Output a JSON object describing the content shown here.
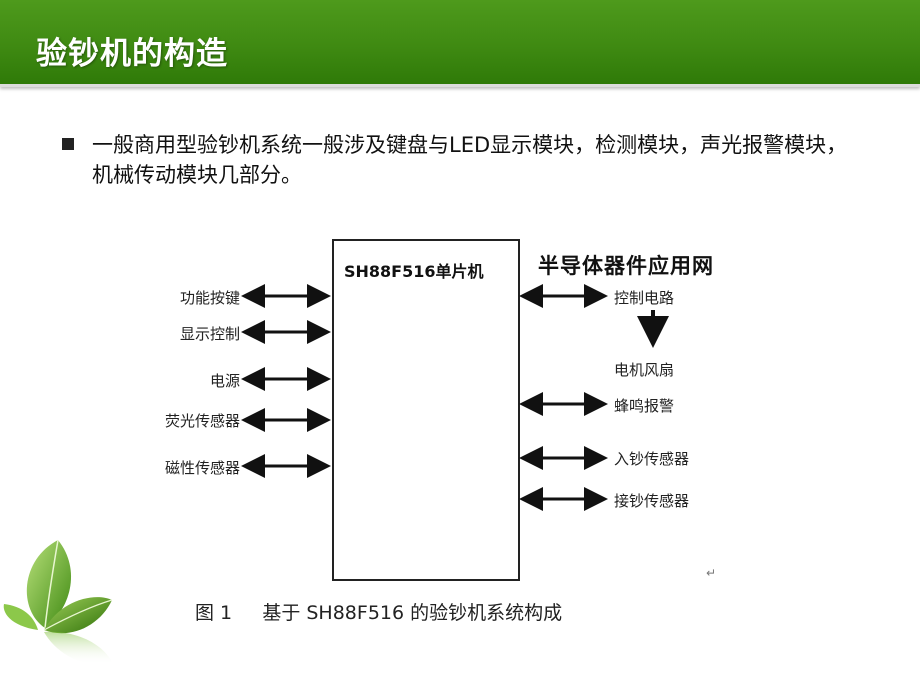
{
  "slide": {
    "title": "验钞机的构造",
    "bullet": "一般商用型验钞机系统一般涉及键盘与LED显示模块，检测模块，声光报警模块，机械传动模块几部分。"
  },
  "diagram": {
    "chip_label": "SH88F516单片机",
    "watermark": "半导体器件应用网",
    "left_items": [
      "功能按键",
      "显示控制",
      "电源",
      "荧光传感器",
      "磁性传感器"
    ],
    "right_items": [
      "控制电路",
      "电机风扇",
      "蜂鸣报警",
      "入钞传感器",
      "接钞传感器"
    ],
    "caption": "图 1     基于 SH88F516 的验钞机系统构成",
    "return_mark": "↵"
  },
  "colors": {
    "title_bar": "#3f8a12",
    "title_text": "#ffffff",
    "arrow": "#111111"
  }
}
